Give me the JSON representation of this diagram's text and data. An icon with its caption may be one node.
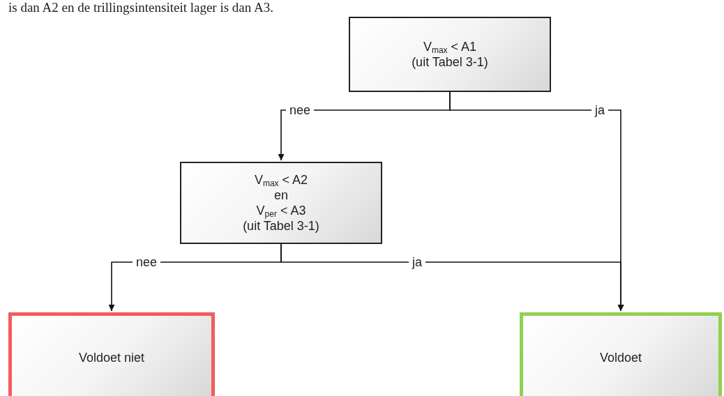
{
  "diagram": {
    "nodes": [
      {
        "text": [
          "V$_{max}$ < A1",
          "(uit Tabel 3-1)"
        ]
      },
      {
        "text": [
          "V$_{max}$ < A2",
          "en",
          "V$_{per}$ < A3",
          "(uit Tabel 3-1)"
        ]
      },
      {
        "text": [
          "Voldoet niet"
        ]
      },
      {
        "text": [
          "Voldoet"
        ]
      }
    ],
    "edges": [
      {
        "from": 0,
        "to": 1,
        "arrow": "to",
        "label": "nee"
      },
      {
        "from": 0,
        "to": 3,
        "arrow": "to",
        "label": "ja"
      },
      {
        "from": 1,
        "to": 2,
        "arrow": "to",
        "label": "nee"
      },
      {
        "from": 1,
        "to": 3,
        "arrow": "to",
        "label": "ja"
      }
    ],
    "labels": [
      "is dan A2 en de trillingsintensiteit lager is dan A3."
    ]
  }
}
